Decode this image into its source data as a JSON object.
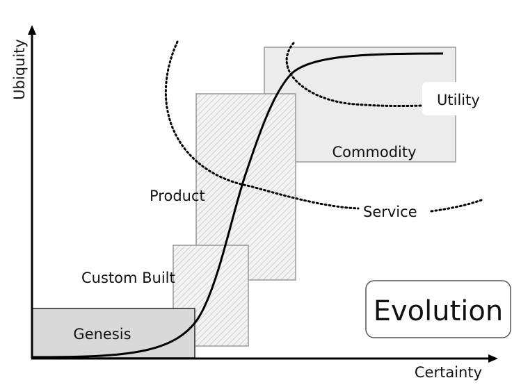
{
  "axes": {
    "y_label": "Ubiquity",
    "x_label": "Certainty"
  },
  "stages": {
    "genesis": "Genesis",
    "custom_built": "Custom Built",
    "product": "Product",
    "commodity": "Commodity"
  },
  "zones": {
    "utility": "Utility",
    "service": "Service"
  },
  "title_box": "Evolution",
  "colors": {
    "line": "#000000",
    "genesis_fill": "#d9d9d9",
    "box_stroke": "#999999",
    "hatch": "#cfcfcf",
    "commodity_fill": "#ececec"
  }
}
